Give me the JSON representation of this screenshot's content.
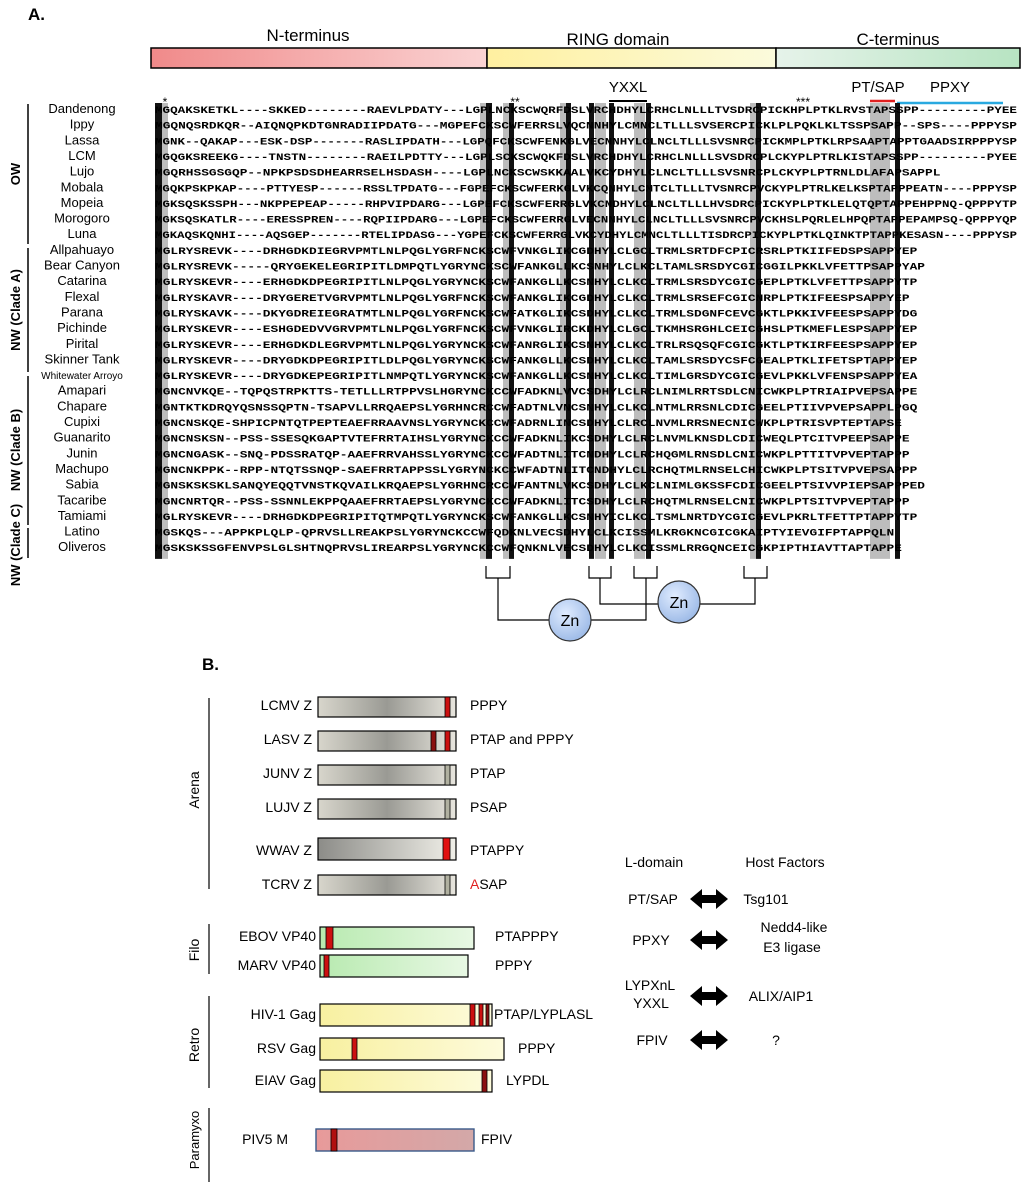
{
  "panel_a": {
    "label": "A.",
    "domains": [
      {
        "name": "N-terminus",
        "color": "#f0a0a0"
      },
      {
        "name": "RING domain",
        "color": "#f7f2a0"
      },
      {
        "name": "C-terminus",
        "color": "#c8ecd2"
      }
    ],
    "motif_labels": {
      "yxxl": "YXXL",
      "ptsap": "PT/SAP",
      "ppxy": "PPXY"
    },
    "motif_colors": {
      "ptsap": "#e02020",
      "ppxy": "#29a9e0"
    },
    "conservation_marks": [
      "*",
      "**",
      "***"
    ],
    "groups": [
      {
        "name": "OW"
      },
      {
        "name": "NW (Clade A)"
      },
      {
        "name": "NW (Clade B)"
      },
      {
        "name": "NW (Clade C)"
      }
    ],
    "sequences": [
      {
        "name": "Dandenong",
        "seq": "MGQAKSKETKL----SKKED--------RAEVLPDATY---LGPLNCKSCWQRFDSLVRCHDHYLCRHCLNLLLTVSDRCPICKHPLPTKLRVSTAPSSPP---------PYEE"
      },
      {
        "name": "Ippy",
        "seq": "MGQNQSRDKQR--AIQNQPKDTGNRADIIPDATG---MGPEFCKSCWFERRSLVQCNNHYLCMNCLTLLLSVSERCPICKLPLPQKLKLTSSPSAPP--SPS----PPPYSP"
      },
      {
        "name": "Lassa",
        "seq": "MGNK--QAKAP---ESK-DSP-------RASLIPDATH---LGPQFCKSCWFENKGLVECNNHYLCLNCLTLLLSVSNRCPICKMPLPTKLRPSAAPTAPPTGAADSIRPPPYSP"
      },
      {
        "name": "LCM",
        "seq": "MGQGKSREEKG----TNSTN--------RAEILPDTTY---LGPLSCKSCWQKFDSLVRCHDHYLCRHCLNLLLSVSDRCPLCKYPLPTRLKISTAPSSPP---------PYEE"
      },
      {
        "name": "Lujo",
        "seq": "MGQRHSSGSGQP--NPKPSDSDHEARRSELHSDASH----LGPLNCKSCWSKKAALVKCYDHYLCLNCLTLLLSVSNRCPLCKYPLPTRNLDLAFAPSAPPL"
      },
      {
        "name": "Mobala",
        "seq": "MGQKPSKPKAP----PTTYESP------RSSLTPDATG---FGPEFCKSCWFERKGLVKCQNHYLCMTCLTLLLTVSNRCPVCKYPLPTRLKELKSPTAPPPEATN----PPPYSP"
      },
      {
        "name": "Mopeia",
        "seq": "MGKSQSKSSPH---NKPPEPEAP-----RHPVIPDARG---LGPEFCKSCWFERRGLVKCNDHYLCLNCLTLLLHVSDRCPICKYPLPTKLELQTQPTAPPEHPPNQ-QPPPYTP"
      },
      {
        "name": "Morogoro",
        "seq": "MGKSQSKATLR----ERESSPREN----RQPIIPDARG---LGPEFCKSCWFERRGLVECNNHYLCLNCLTLLLSVSNRCPVCKHSLPQRLELHPQPTAPPEPAMPSQ-QPPPYQP"
      },
      {
        "name": "Luna",
        "seq": "MGKAQSKQNHI----AQSGEP-------RTELIPDASG---YGPEFCKSCWFERRGLVKCYDHYLCMNCLTLLLTISDRCPICKYPLPTKLQINKTPTAPPKESASN----PPPYSP"
      },
      {
        "name": "Allpahuayo",
        "seq": "MGLRYSREVK----DRHGDKDIEGRVPMTLNLPQGLYGRFNCKSCWFVNKGLIKCGDHYLCLGCLTRMLSRTDFCPICRSRLPTKIIFEDSPSAPPYEP"
      },
      {
        "name": "Bear Canyon",
        "seq": "MGLRYSREVK-----QRYGEKELEGRIPITLDMPQTLYGRYNCKSCWFANKGLLKCSNHYLCLKCLTAMLSRSDYCGICGGILPKKLVFETTPSAPPYAP"
      },
      {
        "name": "Catarina",
        "seq": "MGLRYSKEVR----ERHGDKDPEGRIPITLNLPQGLYGRYNCKSCWFANKGLLKCSNHYLCLKCLTRMLSRSDYCGICGEPLPTKLVFETTPSAPPYTP"
      },
      {
        "name": "Flexal",
        "seq": "MGLRYSKAVR----DRYGERETVGRVPMTLNLPQGLYGRFNCKSCWFANKGLIKCGDHYLCLKCLTRMLSRSEFCGICNRPLPTKIFEESPSAPPYEP"
      },
      {
        "name": "Parana",
        "seq": "MGLRYSKAVK----DKYGDREIEGRATMTLNLPQGLYGRFNCKSCWFATKGLIKCSDHYLCLKCLTRMLSDGNFCEVCGKTLPKKIVFEESPSAPPYDG"
      },
      {
        "name": "Pichinde",
        "seq": "MGLRYSKEVR----ESHGDEDVVGRVPMTLNLPQGLYGRFNCKSCWFVNKGLIRCKDHYLCLGCLTKMHSRGHLCEICGHSLPTKMEFLESPSAPPYEP"
      },
      {
        "name": "Pirital",
        "seq": "MGLRYSKEVR----ERHGDKDLEGRVPMTLNLPQGLYGRYNCKSCWFANRGLIKCSNHYLCLKCLTRLRSQSQFCGICGKTLPTKIRFEESPSAPPYEP"
      },
      {
        "name": "Skinner Tank",
        "seq": "MGLRYSKEVR----DRYGDKDPEGRIPITLDLPQGLYGRYNCKSCWFANKGLLKCSDHYLCLKCLTAMLSRSDYCSFCGEALPTKLIFETSPTAPPYEP"
      },
      {
        "name": "Whitewater Arroyo",
        "seq": "MGLRYSKEVR----DRYGDKEPEGRIPITLNMPQTLYGRYNCKSCWFANKGLLKCSNHYLCLKCLTIMLGRSDYCGICGEVLPKKLVFENSPSAPPYEA"
      },
      {
        "name": "Amapari",
        "seq": "MGNCNVKQE--TQPQSTRPKTTS-TETLLLRTPPVSLHGRYNCKCCWFADKNLVVCSDHYLCLRCLNIMLRRTSDLCNICWKPLPTRIAIPVEPSAPPE"
      },
      {
        "name": "Chapare",
        "seq": "MGNTKTKDRQYQSNSSQPTN-TSAPVLLRRQAEPSLYGRHNCRCCWFADTNLVNCSNHYLCLKCLNTMLRRSNLCDICGEELPTIIVPVEPSAPPLPGQ"
      },
      {
        "name": "Cupixi",
        "seq": "MGNCNSKQE-SHPICPNTQTPEPTEAEFRRAAVNSLYGRYNCKCCWFADRNLINCSDHYLCLRCLNVMLRRSNECNICWKPLPTRISVPTEPTAPSE"
      },
      {
        "name": "Guanarito",
        "seq": "MGNCNSKSN--PSS-SSESQKGAPTVTEFRRTAIHSLYGRYNCKCCWFADKNLIKCSDHYLCLRCLNVMLKNSDLCDICWEQLPTCITVPEEPSAPPE"
      },
      {
        "name": "Junin",
        "seq": "MGNCNGASK--SNQ-PDSSRATQP-AAEFRRVAHSSLYGRYNCKCCWFADTNLITCNDHYLCLRCHQGMLRNSDLCNICWKPLPTTITVPVEPTAPPP"
      },
      {
        "name": "Machupo",
        "seq": "MGNCNKPPK--RPP-NTQTSSNQP-SAEFRRTAPPSSLYGRYNCKCCWFADTNLITCNDHYLCLRCHQTMLRNSELCHICWKPLPTSITVPVEPSAPPP"
      },
      {
        "name": "Sabia",
        "seq": "MGNSKSKSKLSANQYEQQTVNSTKQVAILKRQAEPSLYGRHNCRCCWFANTNLVKCSDHYLCLKCLNIMLGKSSFCDICGEELPTSIVVPIEPSAPPPED"
      },
      {
        "name": "Tacaribe",
        "seq": "MGNCNRTQR--PSS-SSNNLEKPPQAAEFRRTAEPSLYGRYNCKCCWFADKNLITCSDHYLCLRCHQTMLRNSELCNICWKPLPTSITVPVEPTAPPP"
      },
      {
        "name": "Tamiami",
        "seq": "MGLRYSKEVR----DRHGDKDPEGRIPITQTMPQTLYGRYNCKSCWFANKGLLKCSNHYICLKCLTSMLNRTDYCGICGEVLPKRLTFETTPTAPPYTP"
      },
      {
        "name": "Latino",
        "seq": "MGSKQS---APPKPLQLP-QPRVSLLREAKPSLYGRYNCKCCWFQDKNLVECSDHYLCLKCISSMLKRGKNCGICGKAIPTYIEVGIFPTAPPQLN"
      },
      {
        "name": "Oliveros",
        "seq": "MGSKSKSSGFENVPSLGLSHTNQPRVSLIREARPSLYGRYNCKCCWFQNKNLVECSDHYLCLKCISSMLRRGQNCEICGKPIPTHIAVTTAPTAPPE"
      }
    ],
    "zn_label": "Zn"
  },
  "panel_b": {
    "label": "B.",
    "families": [
      {
        "name": "Arena",
        "proteins": [
          {
            "name": "LCMV Z",
            "motif": "PPPY",
            "color": "gray"
          },
          {
            "name": "LASV Z",
            "motif": "PTAP and PPPY",
            "color": "gray"
          },
          {
            "name": "JUNV Z",
            "motif": "PTAP",
            "color": "gray"
          },
          {
            "name": "LUJV Z",
            "motif": "PSAP",
            "color": "gray"
          },
          {
            "name": "WWAV Z",
            "motif": "PTAPPY",
            "color": "gray"
          },
          {
            "name": "TCRV Z",
            "motif_highlight": "A",
            "motif_rest": "SAP",
            "color": "gray"
          }
        ]
      },
      {
        "name": "Filo",
        "proteins": [
          {
            "name": "EBOV VP40",
            "motif": "PTAPPPY",
            "color": "#c9f0c4"
          },
          {
            "name": "MARV VP40",
            "motif": "PPPY",
            "color": "#c9f0c4"
          }
        ]
      },
      {
        "name": "Retro",
        "proteins": [
          {
            "name": "HIV-1 Gag",
            "motif": "PTAP/LYPLASL",
            "color": "#faf5a8"
          },
          {
            "name": "RSV Gag",
            "motif": "PPPY",
            "color": "#faf5a8"
          },
          {
            "name": "EIAV Gag",
            "motif": "LYPDL",
            "color": "#faf5a8"
          }
        ]
      },
      {
        "name": "Paramyxo",
        "proteins": [
          {
            "name": "PIV5 M",
            "motif": "FPIV",
            "color": "#e8a8a8"
          }
        ]
      }
    ],
    "table": {
      "header_l": "L-domain",
      "header_h": "Host Factors",
      "rows": [
        {
          "l": "PT/SAP",
          "h": "Tsg101"
        },
        {
          "l": "PPXY",
          "h": "Nedd4-like",
          "h2": "E3 ligase"
        },
        {
          "l": "LYPXnL",
          "l2": "YXXL",
          "h": "ALIX/AIP1"
        },
        {
          "l": "FPIV",
          "h": "?"
        }
      ]
    },
    "highlight_color": "#e02020"
  }
}
